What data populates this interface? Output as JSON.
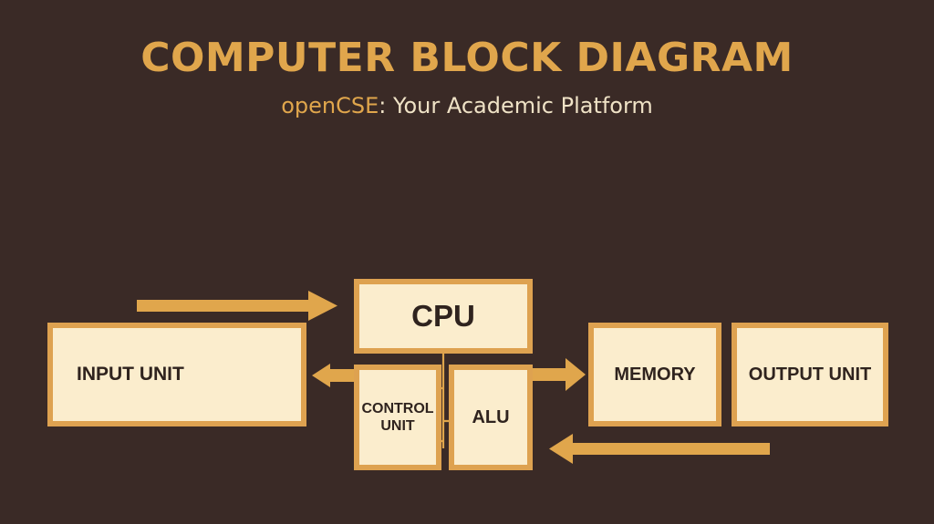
{
  "header": {
    "title": "COMPUTER BLOCK DIAGRAM",
    "subtitle_brand": "openCSE",
    "subtitle_rest": ": Your Academic Platform"
  },
  "blocks": {
    "input_unit": "INPUT UNIT",
    "cpu": "CPU",
    "control_unit_line1": "CONTROL",
    "control_unit_line2": "UNIT",
    "alu": "ALU",
    "memory": "MEMORY",
    "output_unit": "OUTPUT UNIT"
  },
  "colors": {
    "background": "#3a2a26",
    "accent": "#e0a64c",
    "block_fill": "#fbedcd",
    "block_border": "#dea250",
    "text": "#2f231e"
  }
}
